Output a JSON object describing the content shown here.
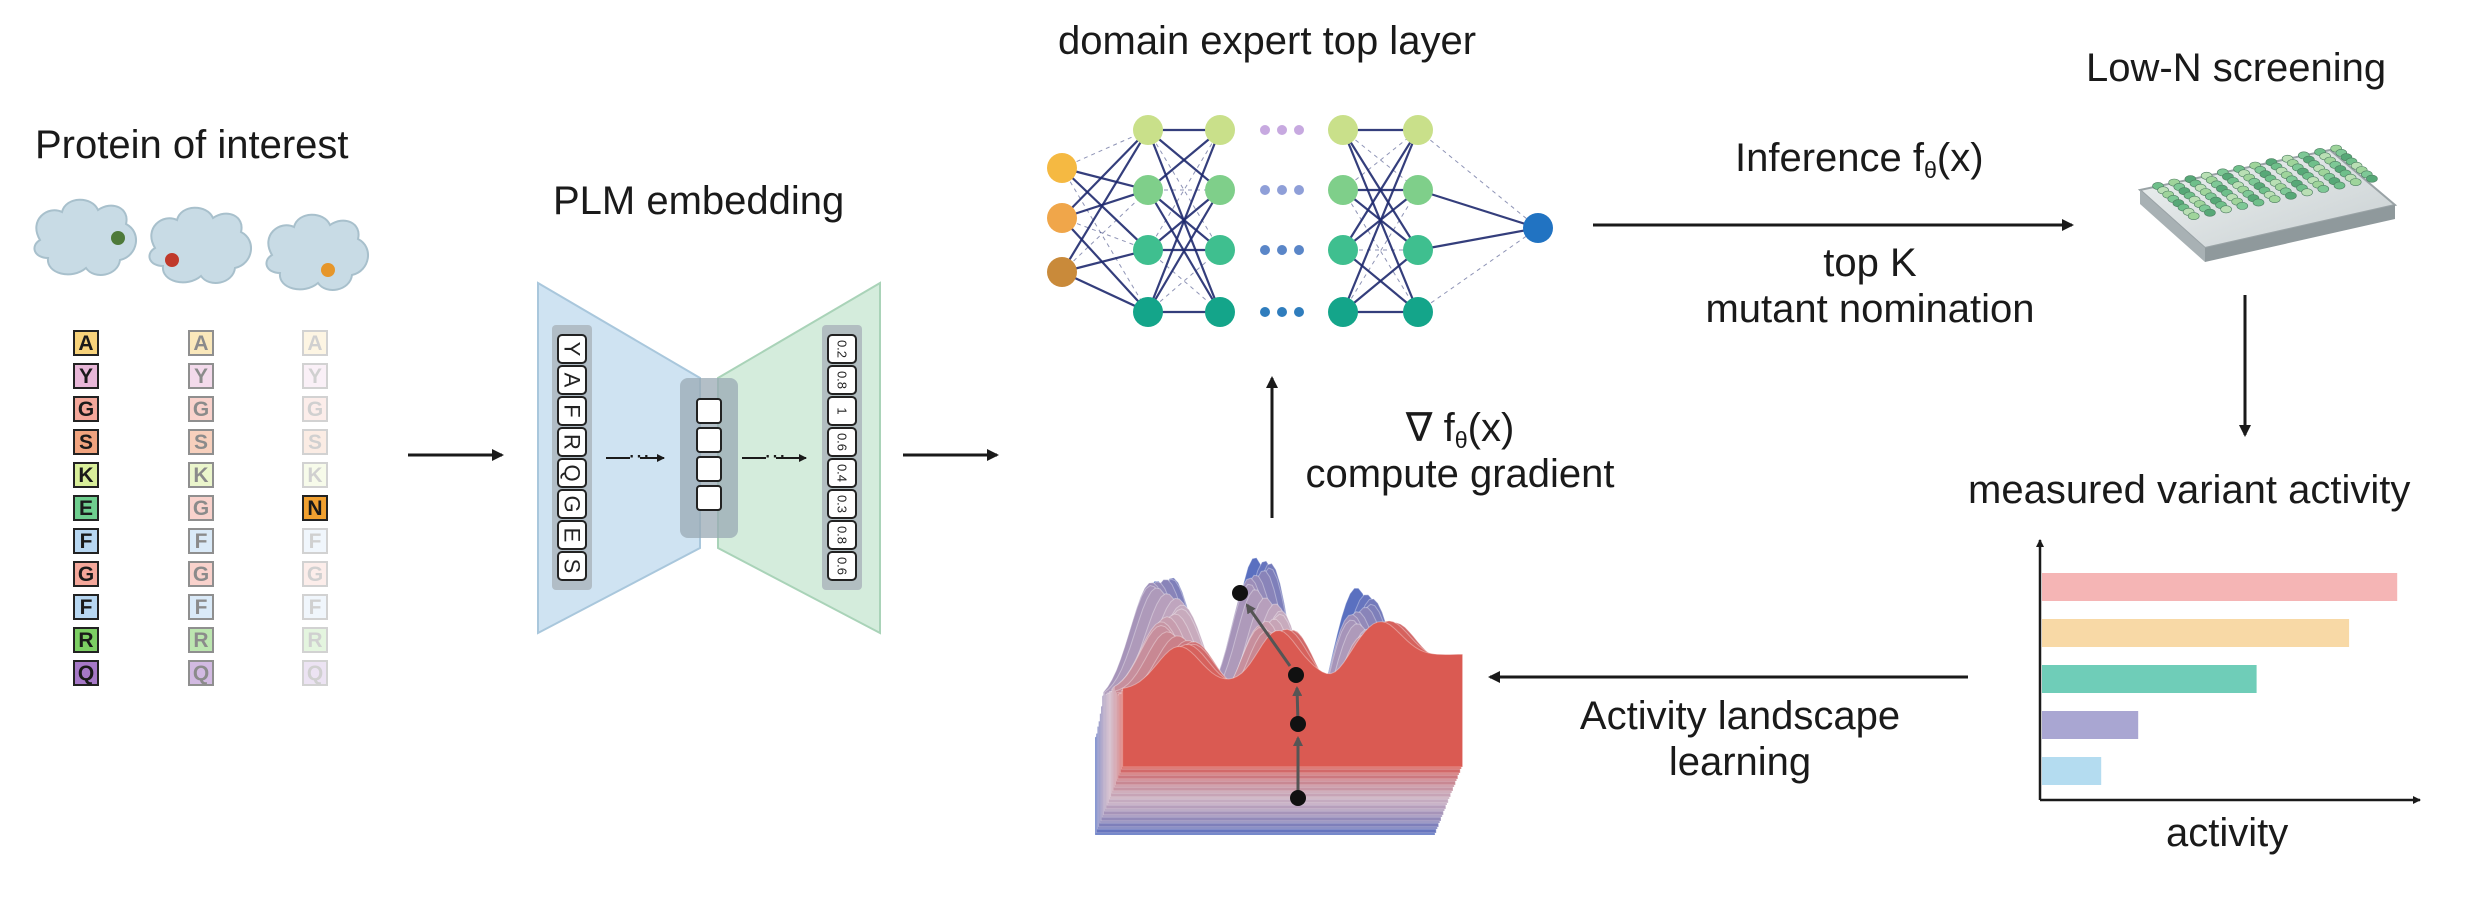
{
  "labels": {
    "protein_title": "Protein of interest",
    "plm_title": "PLM embedding",
    "expert_title": "domain expert top layer",
    "screening_title": "Low-N screening",
    "inference_prefix": "Inference f",
    "inference_sub": "θ",
    "inference_suffix": "(x)",
    "topk_line1": "top K",
    "topk_line2": "mutant nomination",
    "gradient_prefix": "∇ f",
    "gradient_sub": "θ",
    "gradient_suffix": "(x)",
    "gradient_line2": "compute gradient",
    "measured_title": "measured variant activity",
    "landscape_line1": "Activity landscape",
    "landscape_line2": "learning",
    "activity_axis": "activity"
  },
  "sequences": [
    {
      "letters": [
        "A",
        "Y",
        "G",
        "S",
        "K",
        "E",
        "F",
        "G",
        "F",
        "R",
        "Q"
      ],
      "opacity": 1.0,
      "highlight_index": -1
    },
    {
      "letters": [
        "A",
        "Y",
        "G",
        "S",
        "K",
        "G",
        "F",
        "G",
        "F",
        "R",
        "Q"
      ],
      "opacity": 0.5,
      "highlight_index": -1
    },
    {
      "letters": [
        "A",
        "Y",
        "G",
        "S",
        "K",
        "N",
        "F",
        "G",
        "F",
        "R",
        "Q"
      ],
      "opacity": 0.2,
      "highlight_index": 5
    }
  ],
  "aa_colors": {
    "A": "#f7d27a",
    "Y": "#e8b7d8",
    "G": "#f4a79a",
    "S": "#f0a37e",
    "K": "#d9ef9a",
    "E": "#6fcf8f",
    "F": "#b7d7f2",
    "R": "#7ccf63",
    "Q": "#a678c7",
    "N": "#f0a030"
  },
  "plm_input_tokens": [
    "Y",
    "A",
    "F",
    "R",
    "Q",
    "G",
    "E",
    "S"
  ],
  "plm_output_values": [
    "0.2",
    "0.8",
    "1",
    "0.6",
    "0.4",
    "0.3",
    "0.8",
    "0.6"
  ],
  "activity_chart": {
    "type": "bar",
    "orientation": "horizontal",
    "values": [
      0.96,
      0.83,
      0.58,
      0.26,
      0.16
    ],
    "colors": [
      "#f5b5b5",
      "#f8d9a6",
      "#6fcdb8",
      "#a9a6d2",
      "#b4dcf0"
    ]
  },
  "colors": {
    "plm_left": "#cfe3f2",
    "plm_right": "#d4ecdc",
    "node_input": "#f5b942",
    "node_layer1": "#c9e08a",
    "node_layer2": "#7fcf8a",
    "node_layer3": "#3fbf8f",
    "node_layer4": "#14a58a",
    "node_output": "#2173c2",
    "edge": "#1f2a6e"
  }
}
